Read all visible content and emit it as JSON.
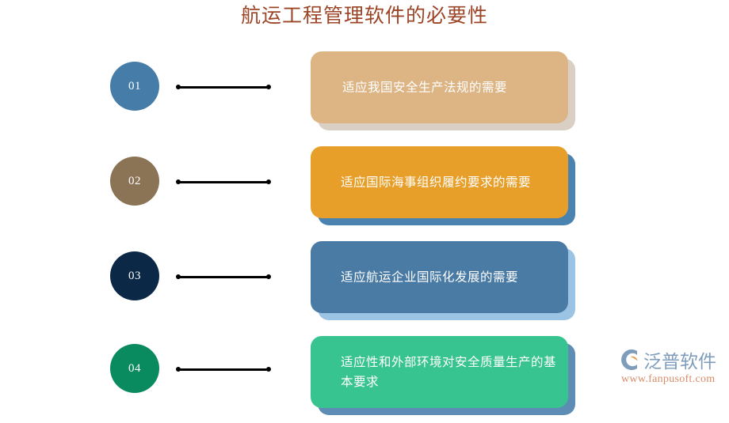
{
  "page": {
    "background": "#ffffff",
    "title": "航运工程管理软件的必要性",
    "title_color": "#9c4426"
  },
  "items": [
    {
      "number": "01",
      "text": "适应我国安全生产法规的需要",
      "circle_color": "#467da8",
      "panel_color": "#ddb584",
      "shadow_color": "#d9cfc4"
    },
    {
      "number": "02",
      "text": "适应国际海事组织履约要求的需要",
      "circle_color": "#8a7455",
      "panel_color": "#e79f29",
      "shadow_color": "#4a82b0"
    },
    {
      "number": "03",
      "text": "适应航运企业国际化发展的需要",
      "circle_color": "#0b2847",
      "panel_color": "#4a7ba5",
      "shadow_color": "#9bc3e4"
    },
    {
      "number": "04",
      "text": "适应性和外部环境对安全质量生产的基本要求",
      "circle_color": "#0a8a5f",
      "panel_color": "#38c490",
      "shadow_color": "#5d8cb5"
    }
  ],
  "watermark": {
    "brand": "泛普软件",
    "url": "www.fanpusoft.com",
    "brand_color": "#7e9cbb",
    "url_color": "#d78c6a",
    "mark_color": "#7e9cbb",
    "mark_accent": "#e8963c"
  }
}
